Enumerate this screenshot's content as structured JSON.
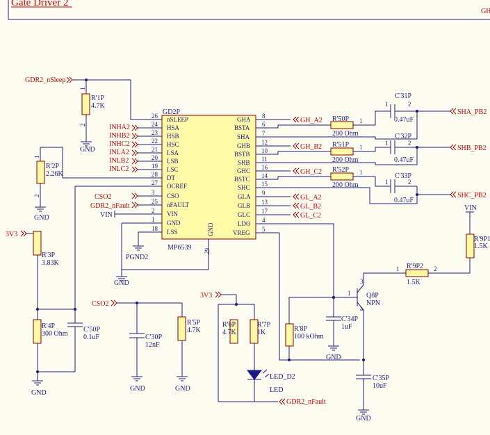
{
  "title": "Gate Driver 2",
  "title_right": "GH",
  "ic": {
    "ref": "GD2P",
    "part": "MP6539",
    "center_label": "GND",
    "left_pins": [
      {
        "num": "26",
        "name": "nSLEEP"
      },
      {
        "num": "24",
        "name": "HSA"
      },
      {
        "num": "23",
        "name": "HSB"
      },
      {
        "num": "22",
        "name": "HSC"
      },
      {
        "num": "21",
        "name": "LSA"
      },
      {
        "num": "20",
        "name": "LSB"
      },
      {
        "num": "19",
        "name": "LSC"
      },
      {
        "num": "28",
        "name": "DT"
      },
      {
        "num": "27",
        "name": "OCREF"
      },
      {
        "num": "3",
        "name": "CSO"
      },
      {
        "num": "25",
        "name": "nFAULT"
      },
      {
        "num": "2",
        "name": "VIN"
      },
      {
        "num": "1",
        "name": "GND"
      },
      {
        "num": "18",
        "name": "LSS"
      }
    ],
    "right_pins": [
      {
        "num": "8",
        "name": "GHA"
      },
      {
        "num": "6",
        "name": "BSTA"
      },
      {
        "num": "7",
        "name": "SHA"
      },
      {
        "num": "12",
        "name": "GHB"
      },
      {
        "num": "10",
        "name": "BSTB"
      },
      {
        "num": "11",
        "name": "SHB"
      },
      {
        "num": "16",
        "name": "GHC"
      },
      {
        "num": "14",
        "name": "BSTC"
      },
      {
        "num": "15",
        "name": "SHC"
      },
      {
        "num": "9",
        "name": "GLA"
      },
      {
        "num": "13",
        "name": "GLB"
      },
      {
        "num": "17",
        "name": "GLC"
      },
      {
        "num": "4",
        "name": "LDO"
      },
      {
        "num": "5",
        "name": "VREG"
      }
    ],
    "bottom_pin": "29"
  },
  "left_nets": [
    "INHA2",
    "INHB2",
    "INHC2",
    "INLA2",
    "INLB2",
    "INLC2"
  ],
  "nets": {
    "nsleep": "GDR2_nSleep",
    "cso": "CSO2",
    "nfault": "GDR2_nFault",
    "vin": "VIN",
    "v3v3": "3V3",
    "gnd": "GND",
    "pgnd": "PGND2",
    "gh_a": "GH_A2",
    "gh_b": "GH_B2",
    "gh_c": "GH_C2",
    "gl_a": "GL_A2",
    "gl_b": "GL_B2",
    "gl_c": "GL_C2",
    "sha": "SHA_PB2",
    "shb": "SHB_PB2",
    "shc": "SHC_PB2"
  },
  "components": {
    "r1p": {
      "ref": "R'1P",
      "value": "4.7K"
    },
    "r2p": {
      "ref": "R'2P",
      "value": "2.26K"
    },
    "r3p": {
      "ref": "R'3P",
      "value": "3.83K"
    },
    "r4p": {
      "ref": "R'4P",
      "value": "300 Ohm"
    },
    "c50p": {
      "ref": "C'50P",
      "value": "0.1uF"
    },
    "c30p": {
      "ref": "C'30P",
      "value": "12nF"
    },
    "r5p": {
      "ref": "R'5P",
      "value": "4.7K"
    },
    "r6p": {
      "ref": "R'6P",
      "value": "4.7K"
    },
    "r7p": {
      "ref": "R'7P",
      "value": "1K"
    },
    "led": {
      "ref": "LED_D2",
      "value": "LED"
    },
    "r8p": {
      "ref": "R'8P",
      "value": "100 kOhm"
    },
    "c34p": {
      "ref": "C'34P",
      "value": "1uF"
    },
    "q8p": {
      "ref": "Q8P",
      "value": "NPN"
    },
    "c35p": {
      "ref": "C'35P",
      "value": "10uF"
    },
    "r9p1": {
      "ref": "R'9P1",
      "value": "1.5K"
    },
    "r9p2": {
      "ref": "R'9P2",
      "value": "1.5K"
    },
    "r50p": {
      "ref": "R'50P",
      "value": "200 Ohm"
    },
    "r51p": {
      "ref": "R'51P",
      "value": "200 Ohm"
    },
    "r52p": {
      "ref": "R'52P",
      "value": "200 Ohm"
    },
    "c31p": {
      "ref": "C'31P",
      "value": "0.47uF"
    },
    "c32p": {
      "ref": "C'32P",
      "value": "0.47uF"
    },
    "c33p": {
      "ref": "C'33P",
      "value": "0.47uF"
    }
  },
  "pin_numbers": {
    "one": "1",
    "two": "2",
    "three": "3"
  }
}
